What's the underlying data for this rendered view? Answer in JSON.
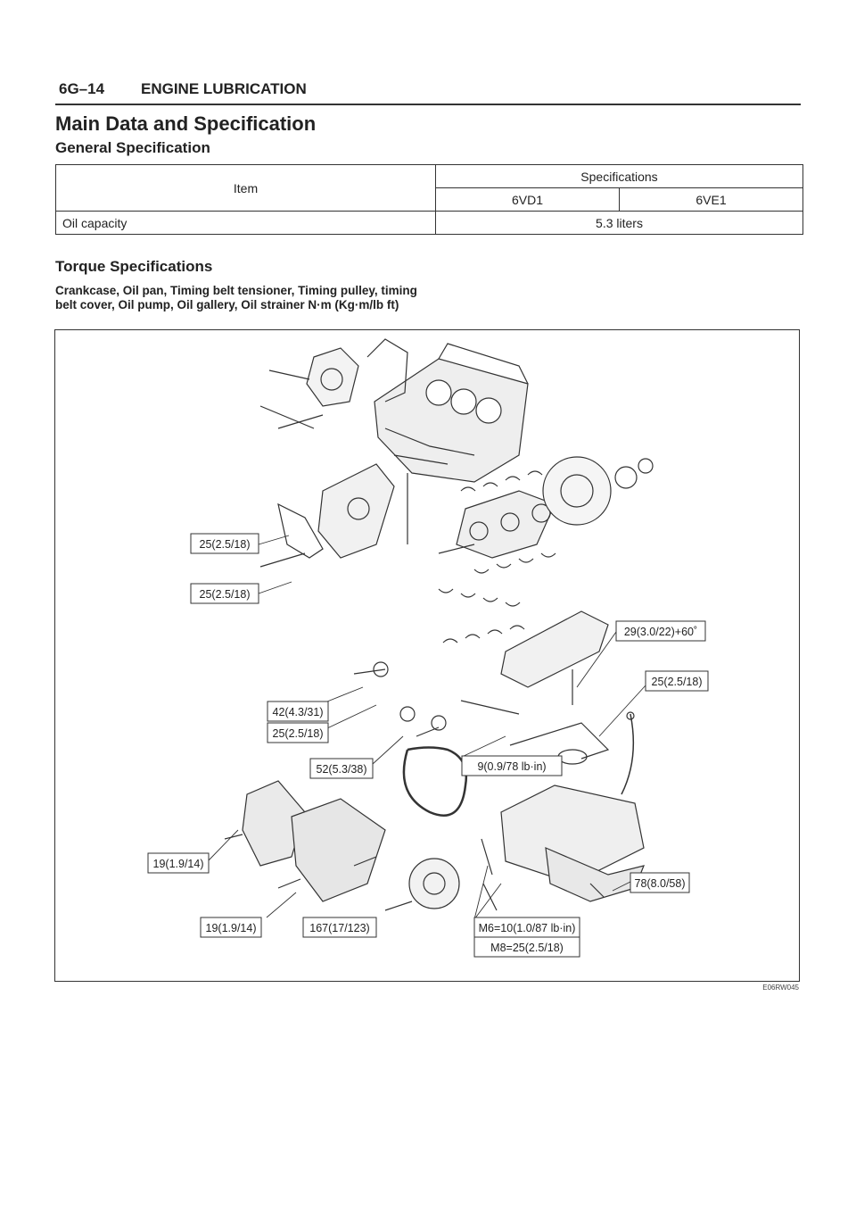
{
  "header": {
    "page_number": "6G–14",
    "section": "ENGINE LUBRICATION"
  },
  "title": "Main Data and Specification",
  "general": {
    "heading": "General Specification",
    "table": {
      "item_header": "Item",
      "spec_header": "Specifications",
      "col1": "6VD1",
      "col2": "6VE1",
      "rows": [
        {
          "item": "Oil capacity",
          "value": "5.3 liters"
        }
      ]
    }
  },
  "torque": {
    "heading": "Torque Specifications",
    "caption": "Crankcase, Oil pan, Timing belt tensioner, Timing pulley, timing belt cover, Oil pump, Oil gallery, Oil strainer   N·m (Kg·m/lb ft)"
  },
  "figure": {
    "labels": [
      "25(2.5/18)",
      "25(2.5/18)",
      "29(3.0/22)+60˚",
      "25(2.5/18)",
      "42(4.3/31)",
      "25(2.5/18)",
      "52(5.3/38)",
      "9(0.9/78 lb·in)",
      "19(1.9/14)",
      "78(8.0/58)",
      "19(1.9/14)",
      "167(17/123)",
      "M6=10(1.0/87 lb·in)",
      "M8=25(2.5/18)"
    ],
    "figure_id": "E06RW045"
  }
}
